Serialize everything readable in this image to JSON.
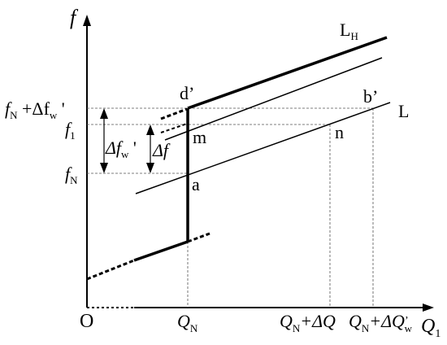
{
  "axes": {
    "y_label": "f",
    "x_label": "Q",
    "x_label_sub": "1",
    "origin": "O"
  },
  "lines": {
    "L": "L",
    "LH": "L",
    "LH_sub": "H"
  },
  "points": {
    "d_prime": "d’",
    "b_prime": "b’",
    "m": "m",
    "n": "n",
    "a": "a"
  },
  "y_ticks": {
    "fN_dfw_main": "f",
    "fN_dfw_sub1": "N",
    "fN_dfw_mid": " +Δf",
    "fN_dfw_sub2": "w",
    "fN_dfw_tail": " '",
    "f1_main": "f",
    "f1_sub": "1",
    "fN_main": "f",
    "fN_sub": "N"
  },
  "x_ticks": {
    "QN_main": "Q",
    "QN_sub": "N",
    "QN_dQ_main": "Q",
    "QN_dQ_sub": "N",
    "QN_dQ_tail": "+ΔQ",
    "QN_dQw_main": "Q",
    "QN_dQw_sub": "N",
    "QN_dQw_mid": "+ΔQ",
    "QN_dQw_prime": "’",
    "QN_dQw_sub2": "w"
  },
  "annotations": {
    "dfw_main": "Δf",
    "dfw_sub": "w",
    "dfw_prime": " '",
    "df": "Δf"
  }
}
